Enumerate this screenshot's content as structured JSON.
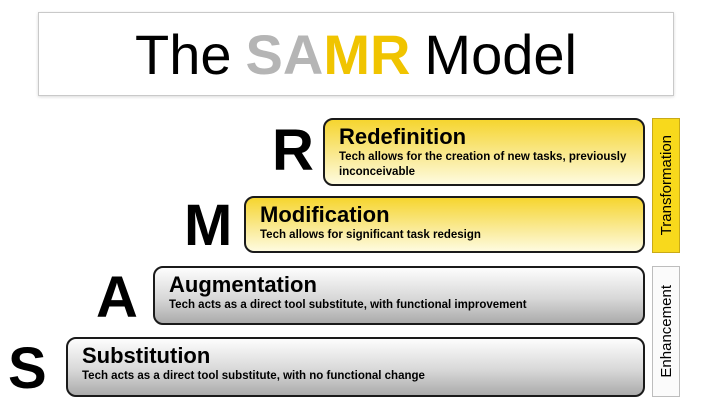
{
  "title": {
    "prefix": "The",
    "sa": "SA",
    "mr": "MR",
    "suffix": "Model"
  },
  "levels": [
    {
      "letter": "R",
      "title": "Redefinition",
      "description": "Tech allows for the creation of new tasks, previously inconceivable",
      "theme": "yellow"
    },
    {
      "letter": "M",
      "title": "Modification",
      "description": "Tech allows for significant task redesign",
      "theme": "yellow"
    },
    {
      "letter": "A",
      "title": "Augmentation",
      "description": "Tech acts as a direct tool substitute, with functional improvement",
      "theme": "gray"
    },
    {
      "letter": "S",
      "title": "Substitution",
      "description": "Tech acts as a direct tool substitute, with no functional change",
      "theme": "gray"
    }
  ],
  "side_labels": [
    {
      "text": "Transformation",
      "theme": "yellow"
    },
    {
      "text": "Enhancement",
      "theme": "gray"
    }
  ],
  "colors": {
    "title_sa": "#B5B5B5",
    "title_mr": "#F0C400",
    "yellow_accent": "#F6D52F",
    "gray_accent": "#ABABAB",
    "transformation_bar": "#F8D91C",
    "enhancement_bar": "#FBFBFB"
  }
}
